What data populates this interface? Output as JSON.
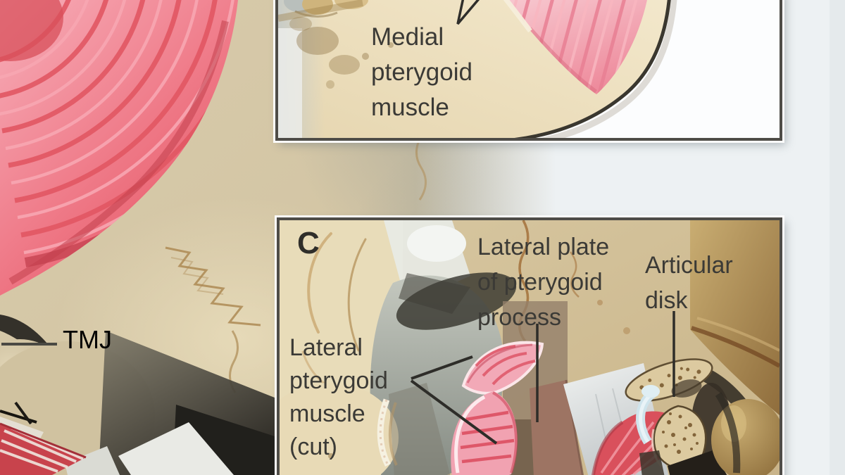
{
  "figure": {
    "type": "anatomical-illustration",
    "subject": "Temporomandibular joint and muscles of mastication"
  },
  "main_illustration": {
    "labels": {
      "tmj": "TMJ"
    }
  },
  "inset_panel_top": {
    "labels": {
      "medial_pterygoid": "Medial\npterygoid\nmuscle"
    }
  },
  "inset_panel_c": {
    "panel_letter": "C",
    "labels": {
      "lateral_plate": "Lateral plate\nof pterygoid\nprocess",
      "articular_disk": "Articular\ndisk",
      "lateral_pterygoid_cut": "Lateral\npterygoid\nmuscle\n(cut)"
    }
  },
  "palette": {
    "background": "#edf1f3",
    "bone_tan": "#d3c5a4",
    "bone_cream": "#e9ddbb",
    "muscle_red": "#e4565f",
    "muscle_pink": "#f2a9b7",
    "articular_disk_blue": "#cfe4ec",
    "panel_border": "#4e4c47",
    "label_text": "#3b3a36",
    "leader_line": "#2e2d29"
  }
}
